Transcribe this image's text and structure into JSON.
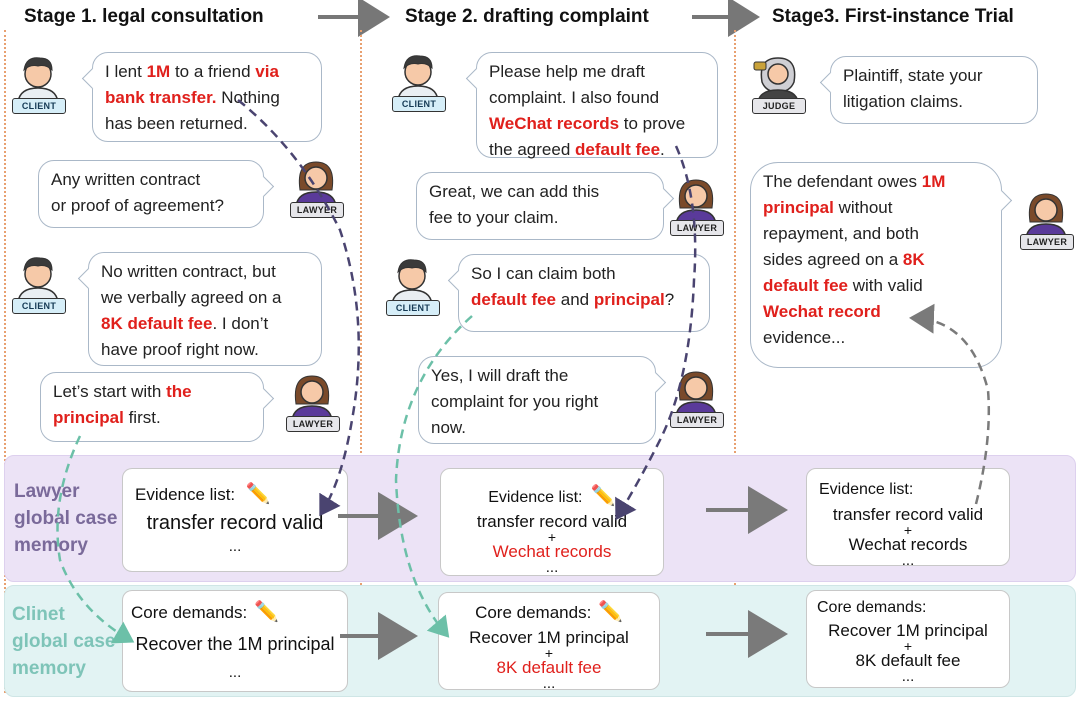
{
  "stages": {
    "s1": "Stage 1. legal consultation",
    "s2": "Stage 2. drafting complaint",
    "s3": "Stage3. First-instance Trial"
  },
  "roles": {
    "client": "CLIENT",
    "lawyer": "LAWYER",
    "judge": "JUDGE"
  },
  "bands": {
    "lawyer": [
      "Lawyer",
      "global case",
      "memory"
    ],
    "client": [
      "Clinet",
      "global case",
      "memory"
    ]
  },
  "stage1": {
    "b1": [
      "I lent ",
      "1M",
      " to a friend ",
      "via",
      "bank transfer.",
      " Nothing",
      "has been returned."
    ],
    "b2": [
      "Any written contract",
      "or proof of agreement?"
    ],
    "b3": [
      "No written contract, but",
      "we verbally agreed on a",
      "8K default fee",
      ". I don’t",
      "have proof right now."
    ],
    "b4": [
      "Let’s start with ",
      "the",
      "principal",
      " first."
    ],
    "lawyer_card": {
      "title": "Evidence list:",
      "line1": "transfer record valid",
      "dots": "..."
    },
    "client_card": {
      "title": "Core demands:",
      "line1": "Recover the 1M principal",
      "dots": "..."
    }
  },
  "stage2": {
    "b1": [
      "Please help me draft",
      "complaint. I also found",
      "WeChat records",
      " to prove",
      "the agreed ",
      "default fee",
      "."
    ],
    "b2": [
      "Great, we can add this",
      "fee to your claim."
    ],
    "b3": [
      "So I can claim both",
      "default fee",
      " and ",
      "principal",
      "?"
    ],
    "b4": [
      "Yes, I will draft the",
      "complaint for you right",
      "now."
    ],
    "lawyer_card": {
      "title": "Evidence list:",
      "line1": "transfer record valid",
      "plus": "+",
      "line2": "Wechat records",
      "dots": "..."
    },
    "client_card": {
      "title": "Core demands:",
      "line1": "Recover 1M principal",
      "plus": "+",
      "line2": "8K default fee",
      "dots": "..."
    }
  },
  "stage3": {
    "b1": [
      "Plaintiff, state your",
      "litigation claims."
    ],
    "b2": [
      "The defendant owes ",
      "1M",
      "principal",
      " without",
      "repayment, and both",
      "sides agreed on a ",
      "8K",
      "default fee",
      " with valid",
      "Wechat record",
      "evidence..."
    ],
    "lawyer_card": {
      "title": "Evidence list:",
      "line1": "transfer record valid",
      "plus": "+",
      "line2": "Wechat records",
      "dots": "..."
    },
    "client_card": {
      "title": "Core demands:",
      "line1": "Recover 1M principal",
      "plus": "+",
      "line2": "8K default fee",
      "dots": "..."
    }
  },
  "colors": {
    "highlight": "#e0201c",
    "lawyer_arrow": "#4a4470",
    "client_arrow": "#6cc0a8",
    "flow_arrow": "#7a7a7a"
  },
  "icons": [
    "pencil-icon",
    "client-avatar-icon",
    "lawyer-avatar-icon",
    "judge-avatar-icon"
  ]
}
